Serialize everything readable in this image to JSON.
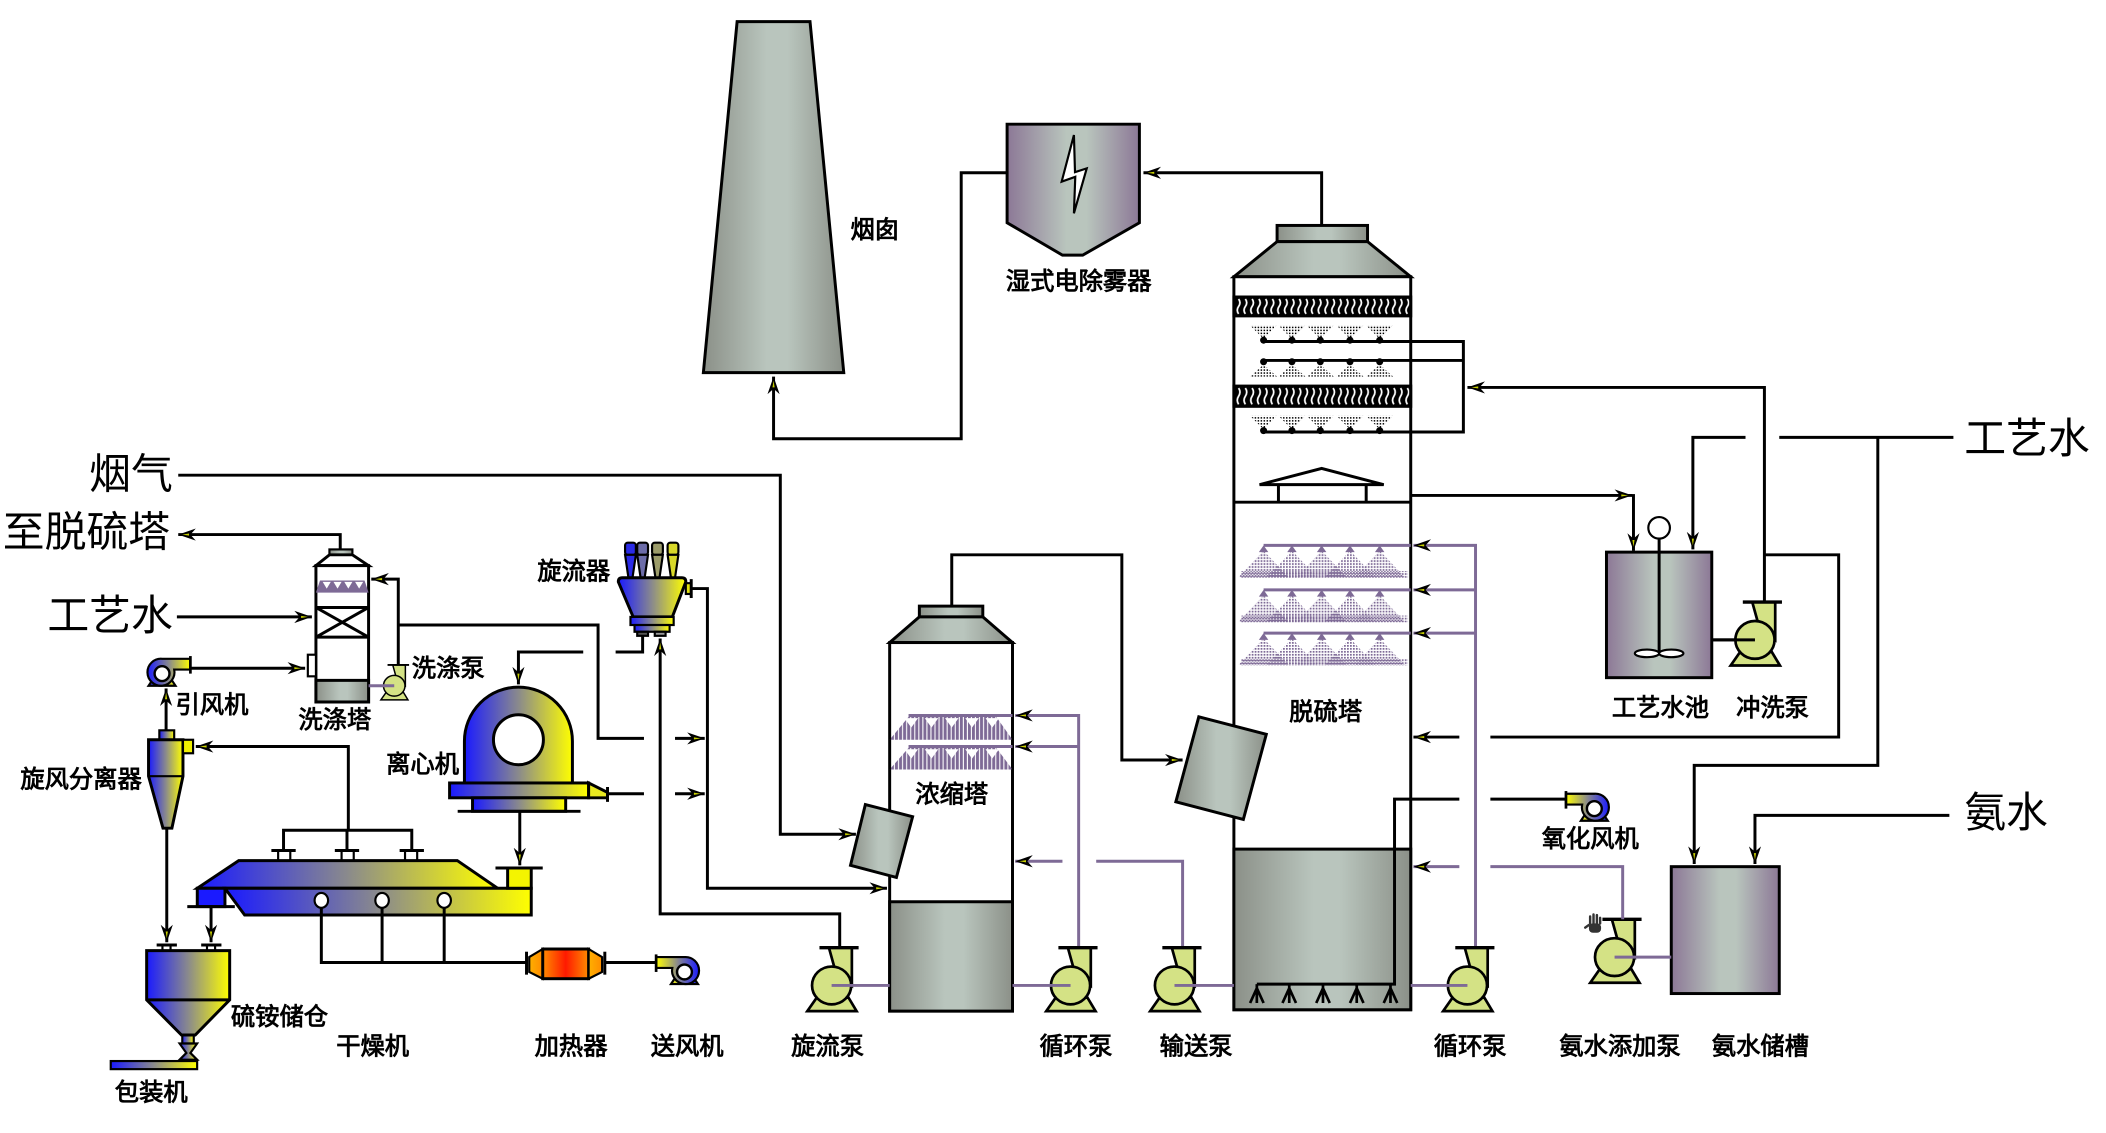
{
  "streams": {
    "flue_gas": "烟气",
    "to_desulfurization_tower": "至脱硫塔",
    "process_water_left": "工艺水",
    "process_water_right": "工艺水",
    "ammonia_water": "氨水"
  },
  "equipment": {
    "chimney": "烟囱",
    "wet_esp": "湿式电除雾器",
    "desulfurization_tower": "脱硫塔",
    "concentration_tower": "浓缩塔",
    "hydrocyclone": "旋流器",
    "centrifuge": "离心机",
    "washing_pump": "洗涤泵",
    "washing_tower": "洗涤塔",
    "induced_draft_fan": "引风机",
    "cyclone_separator": "旋风分离器",
    "ammonium_sulfate_silo": "硫铵储仓",
    "dryer": "干燥机",
    "heater": "加热器",
    "blower": "送风机",
    "packaging_machine": "包装机",
    "hydrocyclone_pump": "旋流泵",
    "concentration_circulation_pump": "循环泵",
    "transfer_pump": "输送泵",
    "desulfurization_circulation_pump": "循环泵",
    "ammonia_dosing_pump": "氨水添加泵",
    "ammonia_storage_tank": "氨水储槽",
    "process_water_tank": "工艺水池",
    "flush_pump": "冲洗泵",
    "oxidation_fan": "氧化风机"
  },
  "colors": {
    "pipe-black": "#000000",
    "slurry-purple": "#7e6a96",
    "pump-green": "#d4e285",
    "vessel-gray-edge": "#8b9088",
    "vessel-gray-mid": "#b9c5bd",
    "tank-purple-edge": "#8c7896",
    "grad-blue": "#1a1aff",
    "grad-yellow": "#ffff00",
    "heater-red": "#ff1a00",
    "heater-orange": "#ff8c00"
  }
}
